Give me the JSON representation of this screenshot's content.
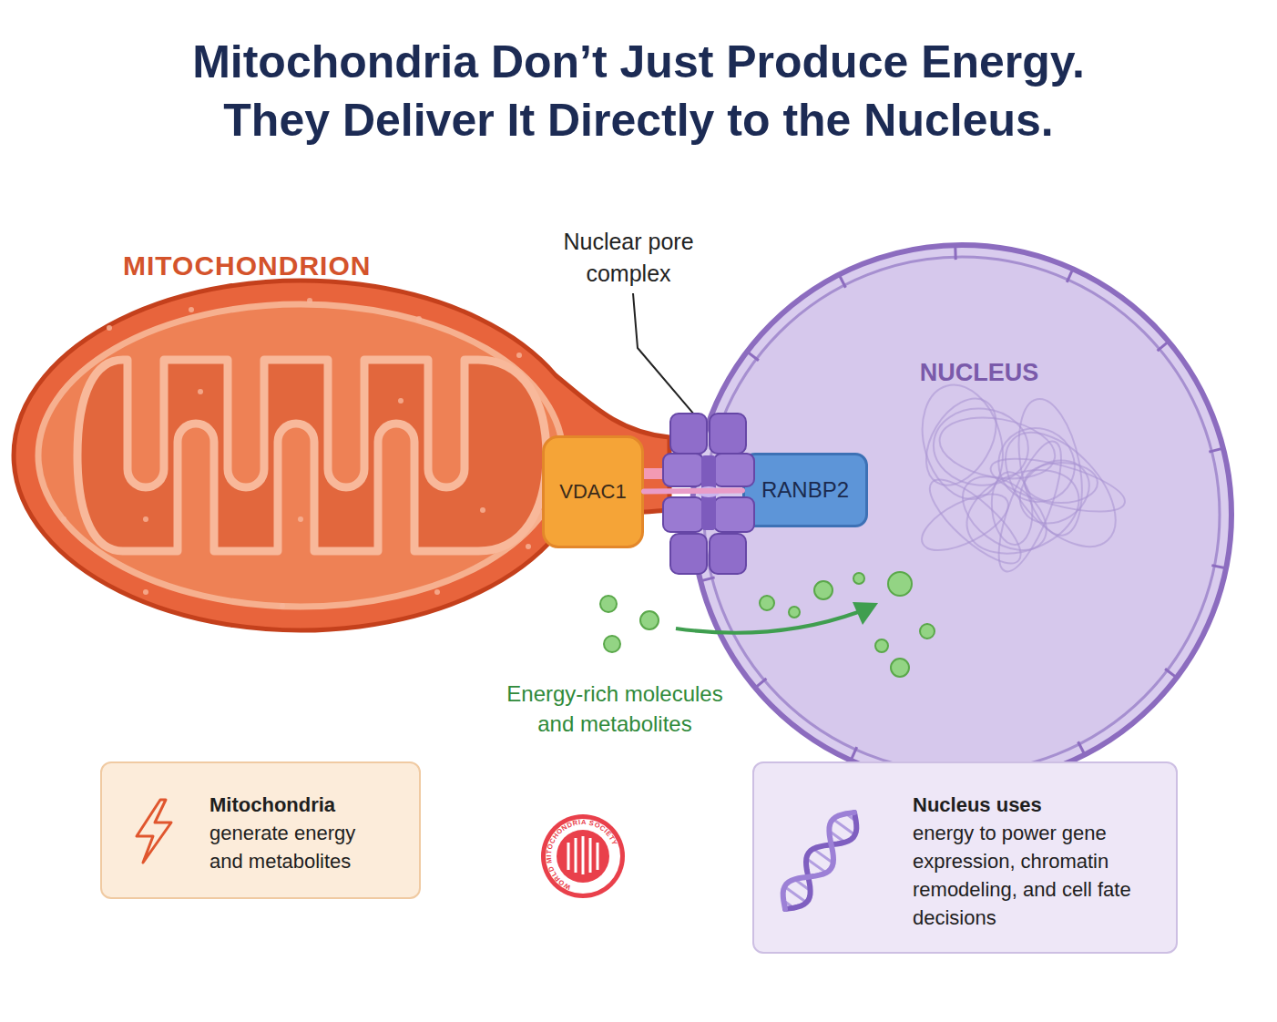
{
  "diagram": {
    "title": "Mitochondria Don’t Just Produce Energy. They Deliver It Directly to the Nucleus.",
    "nodes": [
      {
        "text": [
          "MITOCHONDRION"
        ]
      },
      {
        "text": [
          "VDAC1"
        ],
        "in": 0
      },
      {
        "text": [
          "NUCLEUS"
        ]
      },
      {
        "text": [
          "RANBP2"
        ],
        "in": 2
      },
      {
        "text": [
          "Mitochondria",
          "generate energy and metabolites"
        ]
      },
      {
        "text": [
          "Nucleus uses",
          "energy to power gene expression, chromatin remodeling, and cell fate decisions"
        ]
      }
    ],
    "edges": [
      {
        "from": 1,
        "to": 3,
        "arrow": "none"
      }
    ],
    "labels": [
      "Nuclear pore complex",
      "Energy-rich molecules and metabolites",
      "WORLD MITOCHONDRIA SOCIETY"
    ]
  }
}
